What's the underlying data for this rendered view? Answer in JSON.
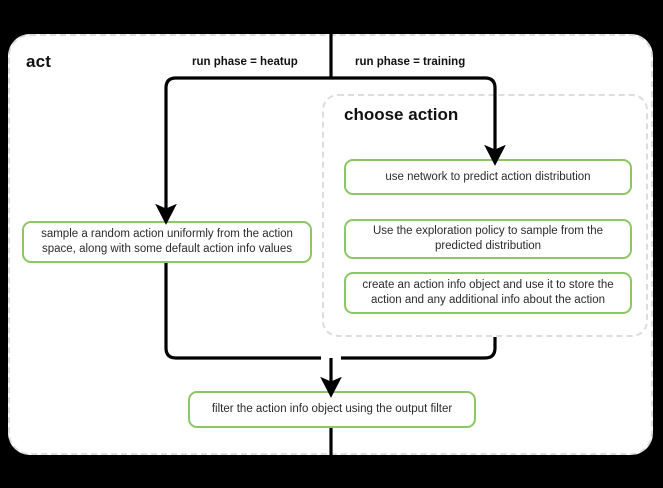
{
  "diagram": {
    "type": "flowchart",
    "title": "act",
    "background_color": "#000000",
    "container_color": "#ffffff",
    "accent_color": "#8CC765",
    "dashed_border_color": "#dddddd",
    "arrow_color": "#000000"
  },
  "outer_group": {
    "label": "act"
  },
  "inner_group": {
    "label": "choose action"
  },
  "edge_labels": {
    "heatup": "run phase = heatup",
    "training": "run phase = training"
  },
  "nodes": {
    "sample_random_action": "sample a random action uniformly from the action space, along with some default action info values",
    "use_network": "use network to predict action distribution",
    "exploration_policy": "Use the exploration policy to sample from the predicted distribution",
    "create_action_info": "create an action info object and use it to store the action and any additional info about the action",
    "filter_action_info": "filter the action info object using the output filter"
  }
}
